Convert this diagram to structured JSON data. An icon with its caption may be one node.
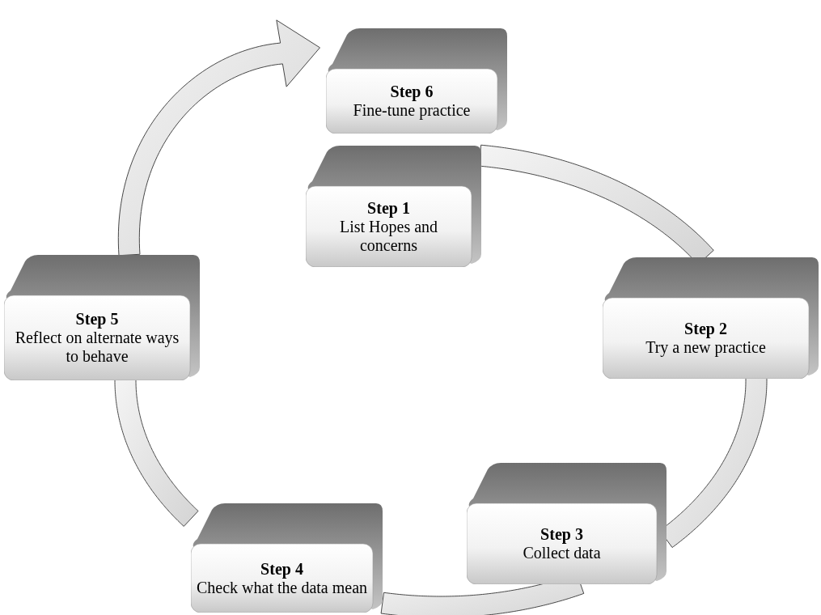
{
  "diagram": {
    "nodes": [
      {
        "text": [
          "Step 1",
          "List Hopes and concerns"
        ]
      },
      {
        "text": [
          "Step 2",
          "Try a new practice"
        ]
      },
      {
        "text": [
          "Step 3",
          "Collect data"
        ]
      },
      {
        "text": [
          "Step 4",
          "Check what the data mean"
        ]
      },
      {
        "text": [
          "Step 5",
          "Reflect on alternate ways to behave"
        ]
      },
      {
        "text": [
          "Step 6",
          "Fine-tune practice"
        ]
      }
    ],
    "edges": [
      {
        "from": 0,
        "to": 1,
        "arrow": "none"
      },
      {
        "from": 1,
        "to": 2,
        "arrow": "none"
      },
      {
        "from": 2,
        "to": 3,
        "arrow": "none"
      },
      {
        "from": 3,
        "to": 4,
        "arrow": "none"
      },
      {
        "from": 4,
        "to": 5,
        "arrow": "to"
      }
    ]
  }
}
